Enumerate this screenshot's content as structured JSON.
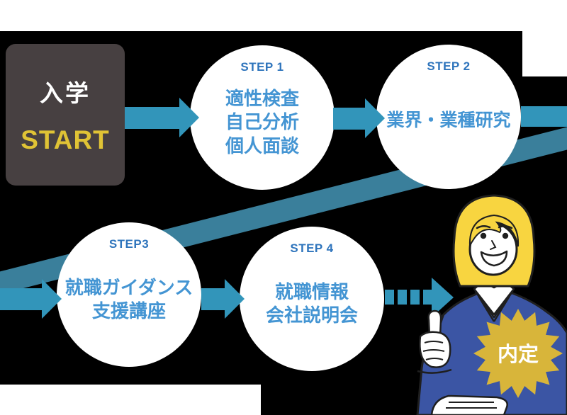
{
  "flow": {
    "start_box": {
      "title": "入学",
      "subtitle": "START"
    },
    "steps": [
      {
        "label": "STEP 1",
        "lines": [
          "適性検査",
          "自己分析",
          "個人面談"
        ]
      },
      {
        "label": "STEP 2",
        "lines": [
          "業界・業種研究"
        ]
      },
      {
        "label": "STEP3",
        "lines": [
          "就職ガイダンス",
          "支援講座"
        ]
      },
      {
        "label": "STEP 4",
        "lines": [
          "就職情報",
          "会社説明会"
        ]
      }
    ],
    "goal_badge": "内定"
  },
  "icons": {
    "flow_arrow": "right-arrow",
    "dashed_arrow": "dashed-right-arrow",
    "return_band": "diagonal-return-path",
    "goal": "starburst-badge",
    "person": "smiling-woman-thumbs-up"
  },
  "colors": {
    "background": "#000000",
    "arrow_blue": "#3295ba",
    "return_band_teal": "#3a7f9b",
    "step_label_blue": "#2e74bc",
    "step_text_blue": "#4495d3",
    "start_box_dark": "#474041",
    "start_yellow": "#e0c335",
    "hair_yellow": "#f8d540",
    "suit_blue": "#3b55a4",
    "starburst_gold": "#d8b53a",
    "white": "#ffffff"
  }
}
